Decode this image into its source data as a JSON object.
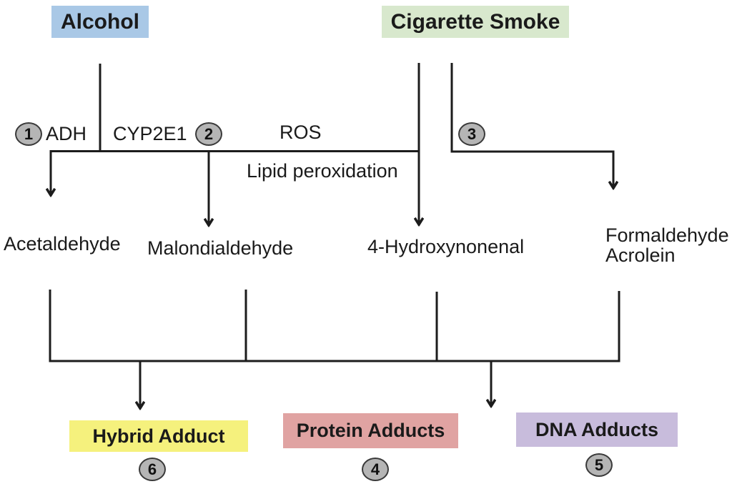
{
  "colors": {
    "alcohol_box": "#a9c8e6",
    "cigarette_box": "#d8e8cd",
    "hybrid_box": "#f5f17d",
    "protein_box": "#e0a3a2",
    "dna_box": "#c8bcdc",
    "step_marker_fill": "#b5b5b5",
    "line": "#1c1c1c"
  },
  "sources": {
    "alcohol": "Alcohol",
    "cigarette_smoke": "Cigarette Smoke"
  },
  "mediators": {
    "adh": "ADH",
    "cyp2e1": "CYP2E1",
    "ros": "ROS",
    "lipid_peroxidation": "Lipid peroxidation"
  },
  "products": {
    "acetaldehyde": "Acetaldehyde",
    "malondialdehyde": "Malondialdehyde",
    "hydroxynonenal": "4-Hydroxynonenal",
    "formaldehyde": "Formaldehyde",
    "acrolein": "Acrolein"
  },
  "adducts": {
    "hybrid": "Hybrid Adduct",
    "protein": "Protein Adducts",
    "dna": "DNA Adducts"
  },
  "steps": {
    "s1": "1",
    "s2": "2",
    "s3": "3",
    "s4": "4",
    "s5": "5",
    "s6": "6"
  }
}
